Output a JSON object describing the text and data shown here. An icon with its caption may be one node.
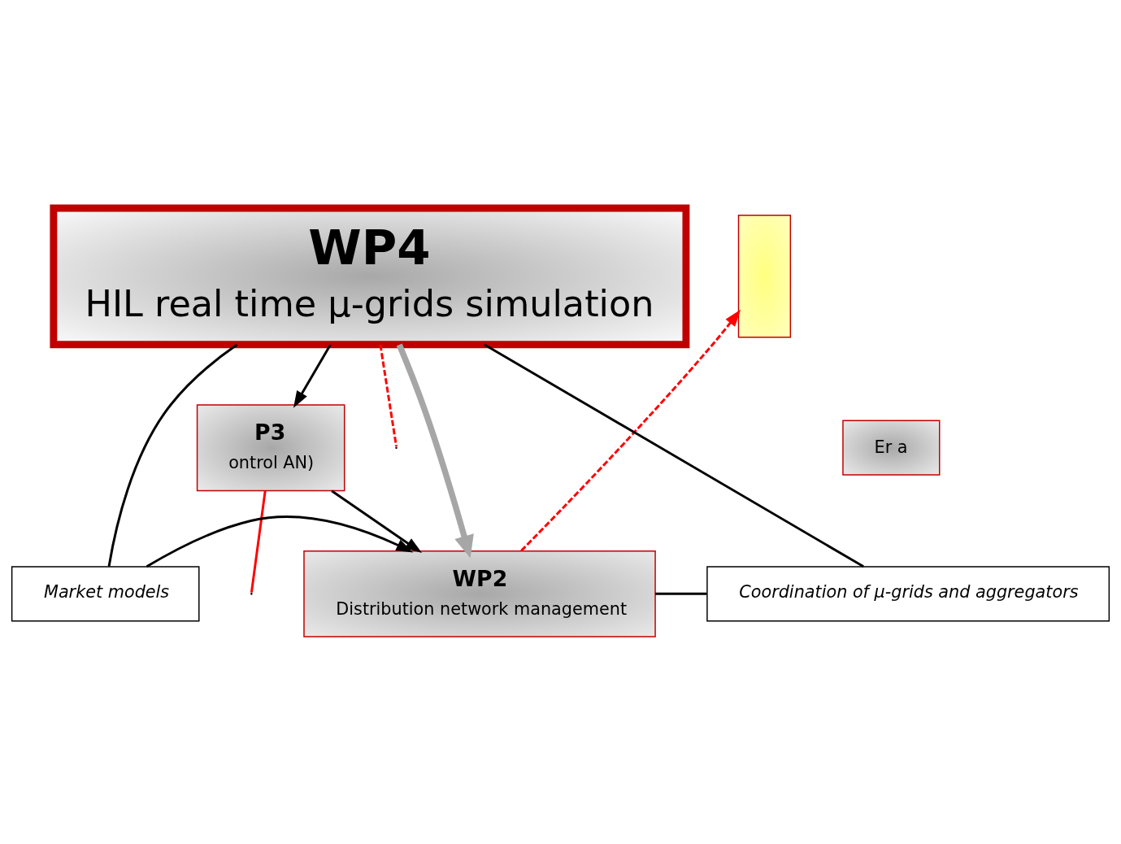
{
  "diagram": {
    "nodes": [
      {
        "text": [],
        "shape": "box"
      },
      {
        "text": [
          "WP4",
          "HIL real time μ-grids simulation"
        ]
      },
      {
        "text": [
          "Er a"
        ]
      },
      {
        "text": [
          "P3",
          "ontrol AN)"
        ]
      },
      {
        "text": [
          "Market models"
        ]
      },
      {
        "text": [
          "WP2",
          "Distribution network management"
        ]
      },
      {
        "text": [
          "Coordination of μ-grids and aggregators"
        ]
      }
    ],
    "edges": [
      {
        "from": 5,
        "to": 0,
        "arrow": "to",
        "style": "dashed",
        "color": "#ff0000"
      },
      {
        "from": 1,
        "to": null,
        "arrow": "none",
        "style": "dashed",
        "color": "#ff0000"
      },
      {
        "from": 1,
        "to": 3,
        "arrow": "to"
      },
      {
        "from": 3,
        "to": null,
        "arrow": "none",
        "color": "#ff0000"
      },
      {
        "from": 3,
        "to": 5,
        "arrow": "to"
      },
      {
        "from": 1,
        "to": 4,
        "arrow": "none"
      },
      {
        "from": 4,
        "to": 5,
        "arrow": "to"
      },
      {
        "from": 5,
        "to": 6,
        "arrow": "none"
      },
      {
        "from": 6,
        "to": 1,
        "arrow": "none"
      },
      {
        "from": 1,
        "to": 5,
        "arrow": "to",
        "style": "thick",
        "color": "#a6a6a6"
      }
    ]
  }
}
